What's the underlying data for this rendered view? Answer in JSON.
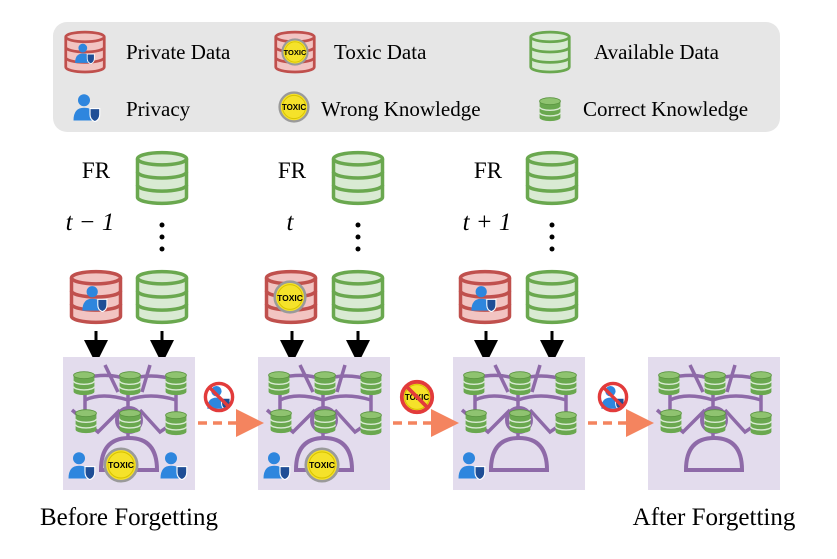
{
  "legend": {
    "private_data": "Private Data",
    "toxic_data": "Toxic Data",
    "available_data": "Available Data",
    "privacy": "Privacy",
    "wrong_knowledge": "Wrong Knowledge",
    "correct_knowledge": "Correct Knowledge"
  },
  "toxic_badge": "TOXIC",
  "rounds": [
    {
      "label": "FR",
      "step": "t − 1"
    },
    {
      "label": "FR",
      "step": "t"
    },
    {
      "label": "FR",
      "step": "t + 1"
    }
  ],
  "captions": {
    "before": "Before Forgetting",
    "after": "After Forgetting"
  },
  "colors": {
    "private_red": "#c0504d",
    "private_fill": "#f2c4c2",
    "available_green": "#6aa84f",
    "available_fill": "#d9ead3",
    "knowledge_green": "#6aa84f",
    "panel_bg": "#e3dced",
    "network_purple": "#8e6aa8",
    "arrow_orange": "#f4845f",
    "legend_bg": "#e6e6e6",
    "toxic_yellow": "#f5e22a"
  }
}
